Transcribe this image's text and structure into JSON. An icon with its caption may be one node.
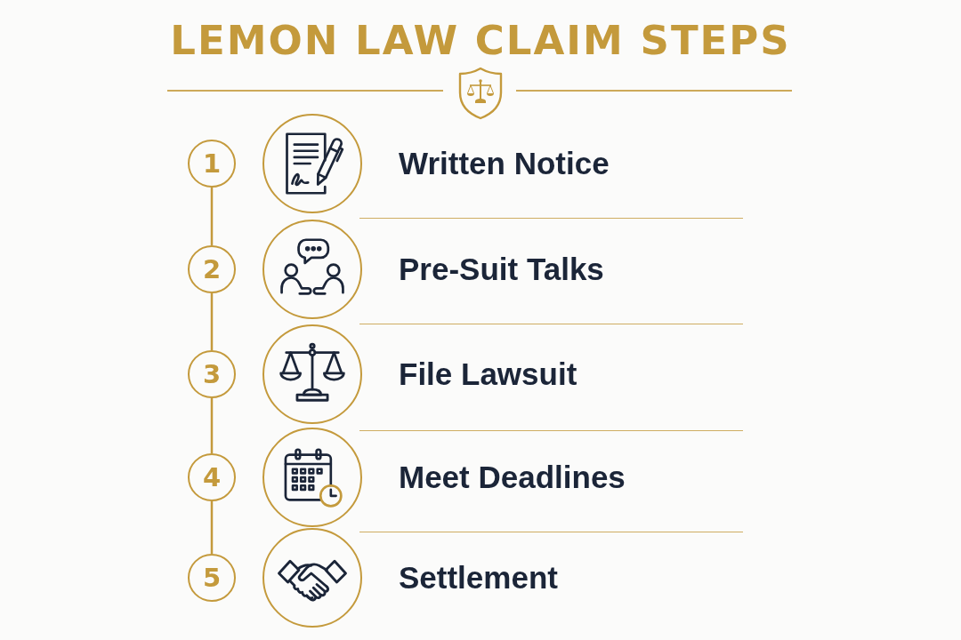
{
  "diagram": {
    "title": "LEMON LAW CLAIM STEPS",
    "nodes": [
      {
        "text": [
          "1"
        ]
      },
      {
        "text": [],
        "shape": "circle",
        "beside": [
          "Written Notice"
        ]
      },
      {
        "text": [
          "2"
        ]
      },
      {
        "text": [],
        "shape": "circle",
        "beside": [
          "Pre-Suit Talks"
        ]
      },
      {
        "text": [
          "3"
        ]
      },
      {
        "text": [],
        "shape": "circle",
        "beside": [
          "File Lawsuit"
        ]
      },
      {
        "text": [
          "4"
        ]
      },
      {
        "text": [],
        "shape": "circle",
        "beside": [
          "Meet Deadlines"
        ]
      },
      {
        "text": [
          "5"
        ]
      },
      {
        "text": [],
        "shape": "circle",
        "beside": [
          "Settlement"
        ]
      }
    ],
    "edges": [
      {
        "from": 0,
        "to": 2,
        "arrow": "none"
      },
      {
        "from": 2,
        "to": 4,
        "arrow": "none"
      },
      {
        "from": 4,
        "to": 6,
        "arrow": "none"
      },
      {
        "from": 6,
        "to": 8,
        "arrow": "none"
      }
    ]
  }
}
